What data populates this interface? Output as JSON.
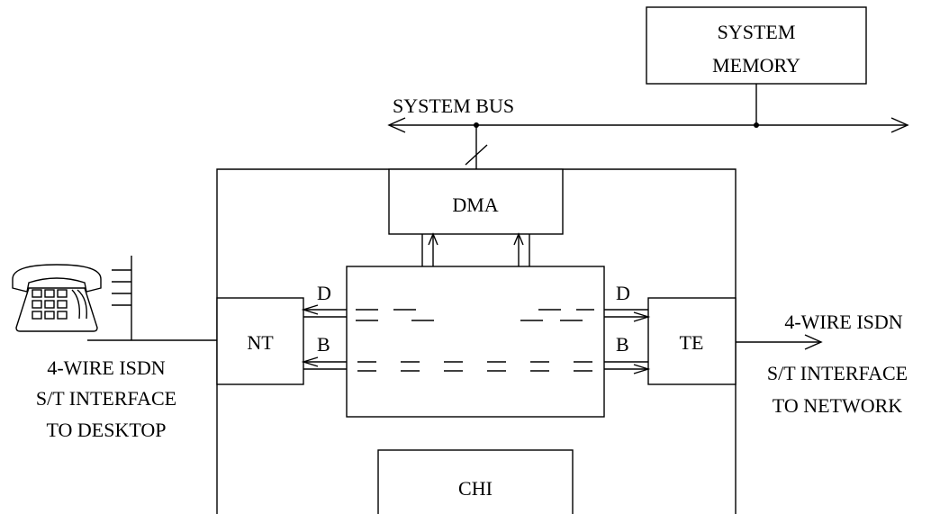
{
  "blocks": {
    "system_memory": [
      "SYSTEM",
      "MEMORY"
    ],
    "dma": "DMA",
    "nt": "NT",
    "te": "TE",
    "chi": "CHI"
  },
  "bus": {
    "label": "SYSTEM BUS"
  },
  "channels": {
    "d_left": "D",
    "b_left": "B",
    "d_right": "D",
    "b_right": "B"
  },
  "left_interface": [
    "4-WIRE ISDN",
    "S/T INTERFACE",
    "TO DESKTOP"
  ],
  "right_interface": [
    "4-WIRE ISDN",
    "S/T INTERFACE",
    "TO NETWORK"
  ],
  "icons": {
    "telephone": "telephone-icon"
  }
}
